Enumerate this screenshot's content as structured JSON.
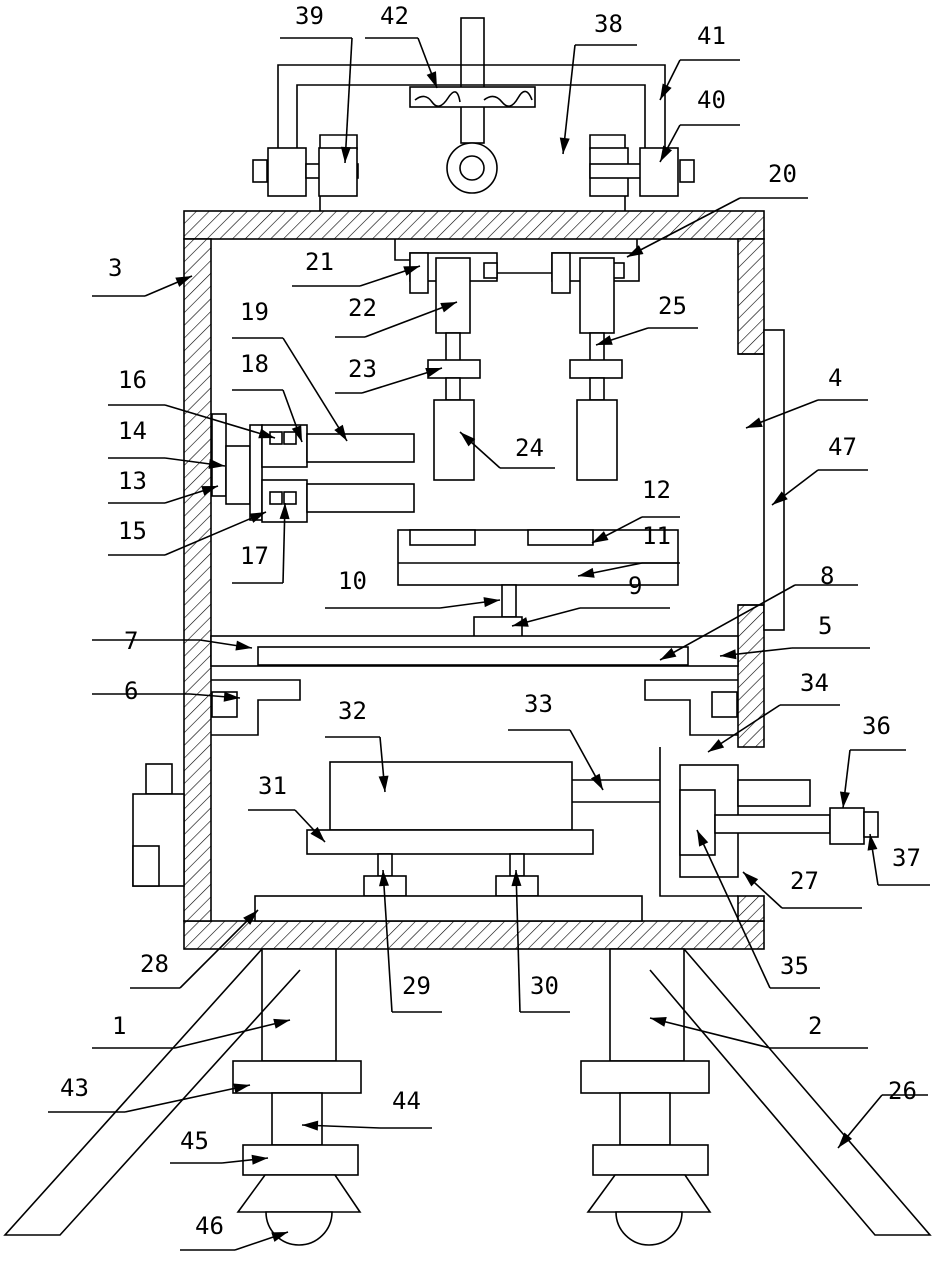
{
  "diagram": {
    "kind": "patent-mechanical-drawing",
    "stroke_color": "#000000",
    "background_color": "#ffffff",
    "reference_numerals": [
      "1",
      "2",
      "3",
      "4",
      "5",
      "6",
      "7",
      "8",
      "9",
      "10",
      "11",
      "12",
      "13",
      "14",
      "15",
      "16",
      "17",
      "18",
      "19",
      "20",
      "21",
      "22",
      "23",
      "24",
      "25",
      "26",
      "27",
      "28",
      "29",
      "30",
      "31",
      "32",
      "33",
      "34",
      "35",
      "36",
      "37",
      "38",
      "39",
      "40",
      "41",
      "42",
      "43",
      "44",
      "45",
      "46",
      "47"
    ]
  }
}
